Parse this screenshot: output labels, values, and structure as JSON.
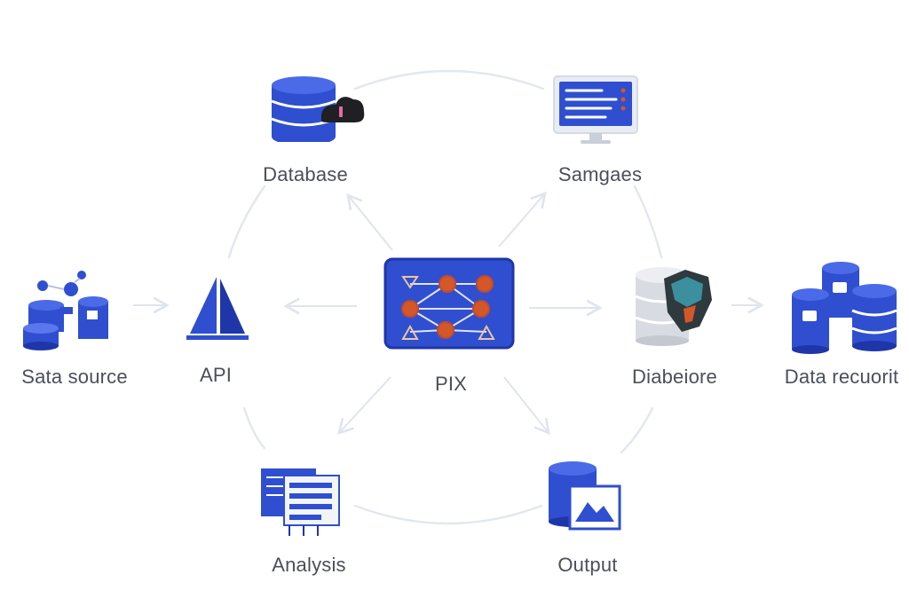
{
  "colors": {
    "primary": "#2f4fd0",
    "primary_dark": "#1f36a8",
    "connector": "#dfe4ee",
    "label": "#4a4f5a",
    "accent": "#d4572a"
  },
  "nodes": {
    "database": {
      "label": "Database",
      "icon": "database-cloud-icon"
    },
    "samples": {
      "label": "Samgaes",
      "icon": "monitor-icon"
    },
    "data_source": {
      "label": "Sata source",
      "icon": "data-source-icon"
    },
    "api": {
      "label": "API",
      "icon": "sailboat-icon"
    },
    "pix": {
      "label": "PIX",
      "icon": "network-graph-icon"
    },
    "datastore": {
      "label": "Diabeiore",
      "icon": "database-gray-icon"
    },
    "data_record": {
      "label": "Data recuorit",
      "icon": "cylinders-icon"
    },
    "analysis": {
      "label": "Analysis",
      "icon": "report-pages-icon"
    },
    "output": {
      "label": "Output",
      "icon": "chart-output-icon"
    }
  }
}
